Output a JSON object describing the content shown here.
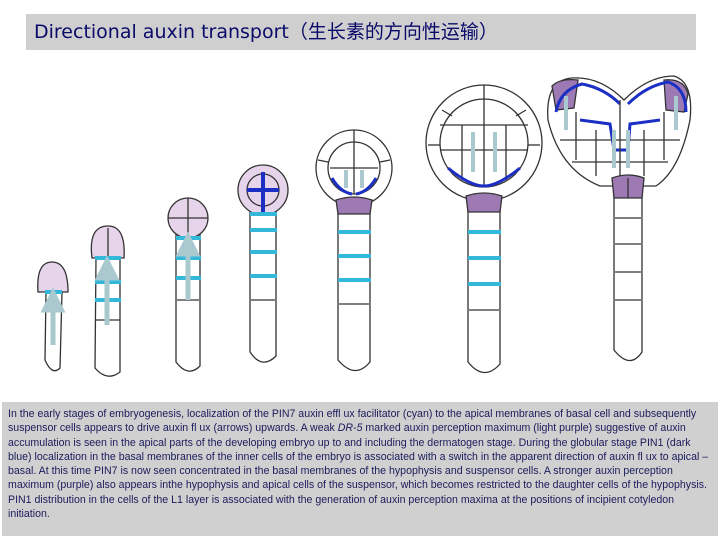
{
  "title": "Directional auxin transport（生长素的方向性运输）",
  "caption": {
    "part1": "In the early stages of embryogenesis, localization of the PIN7 auxin effl ux facilitator (cyan) to the apical membranes of basal cell and subsequently suspensor cells appears to drive auxin fl ux (arrows) upwards. A weak ",
    "italic": "DR-5",
    "part2": " marked auxin perception maximum (light purple) suggestive of auxin accumulation is seen in the apical parts of the developing embryo up to and including the dermatogen stage. During the globular stage PIN1 (dark blue) localization in the basal membranes of the inner cells of the embryo is associated with a switch in the apparent direction of auxin fl ux to apical – basal. At this time PIN7 is now seen concentrated in the basal membranes of the hypophysis and suspensor cells. A stronger auxin perception maximum (purple) also appears inthe hypophysis and apical cells of the suspensor, which becomes restricted to the daughter cells of the hypophysis. PIN1 distribution in the cells of the L1 layer is associated with the generation of auxin perception maxima at the positions of incipient cotyledon initiation."
  },
  "colors": {
    "pin7": "#33b8d9",
    "pin1": "#1c2fc4",
    "weak_maximum": "#e6d4ea",
    "strong_maximum": "#9e7ab5",
    "outline": "#333333",
    "arrow": "#a9c9cf"
  }
}
